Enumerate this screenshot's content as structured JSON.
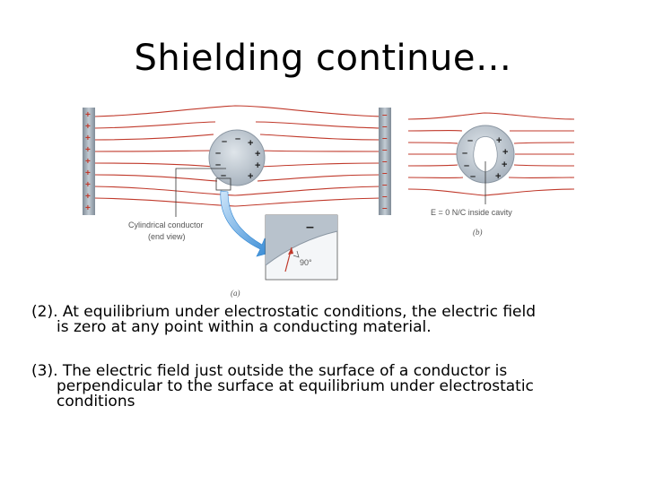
{
  "slide": {
    "title": "Shielding continue…"
  },
  "figure": {
    "label_conductor_line1": "Cylindrical conductor",
    "label_conductor_line2": "(end view)",
    "label_angle": "90°",
    "label_cavity": "E = 0 N/C inside cavity",
    "caption_a": "(a)",
    "caption_b": "(b)",
    "plus_sign": "+",
    "minus_sign": "–",
    "colors": {
      "field_line": "#c0392b",
      "plate": "#9aa5b1",
      "conductor": "#b8c2cc",
      "arrow": "#3a8fd6"
    }
  },
  "paragraphs": {
    "p1_line1": "(2). At equilibrium under electrostatic conditions, the electric field",
    "p1_line2": "is zero at any point within a conducting material.",
    "p2_line1": "(3). The electric field just outside the surface of a conductor is",
    "p2_line2": "perpendicular to the surface at equilibrium under electrostatic",
    "p2_line3": "conditions"
  }
}
